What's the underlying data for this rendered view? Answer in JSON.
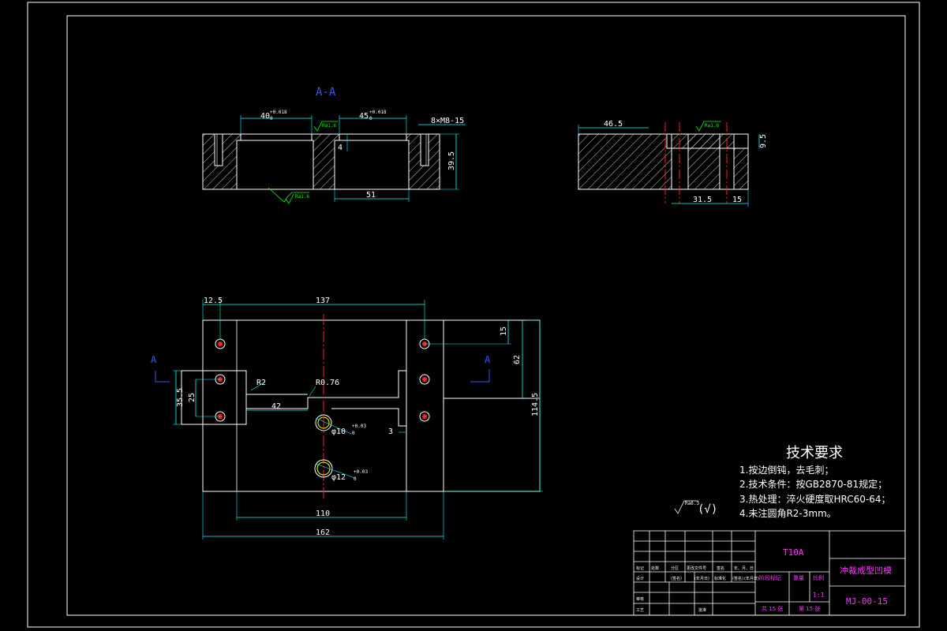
{
  "colors": {
    "background": "#000000",
    "outline": "#ffffff",
    "dimension": "#00ffff",
    "centerline": "#ff2020",
    "annotation": "#00ff00",
    "section_label": "#3355ff",
    "title_text": "#ff33ff"
  },
  "section": {
    "label": "A-A",
    "dim_40": "40",
    "tol_40": "+0.018",
    "sub_40": "0",
    "dim_45": "45",
    "tol_45": "+0.018",
    "sub_45": "0",
    "dim_holes": "8×M8-15",
    "dim_depth": "4",
    "dim_height": "39.5",
    "dim_51": "51",
    "rough_top": "Ra1.6",
    "rough_bottom": "Ra1.6"
  },
  "side": {
    "dim_46": "46.5",
    "rough": "Ra1.6",
    "dim_9": "9.5",
    "dim_31": "31.5",
    "dim_15": "15"
  },
  "plan": {
    "dim_12": "12.5",
    "dim_137": "137",
    "dim_15": "15",
    "dim_62": "62",
    "dim_114": "114.5",
    "dim_35": "35.5",
    "dim_25": "25",
    "dim_42": "42",
    "r2": "R2",
    "r076": "R0.76",
    "phi10": "φ10",
    "phi10_tol": "+0.03",
    "phi10_sub": "0",
    "dim_3": "3",
    "phi12": "φ12",
    "phi12_tol": "+0.03",
    "phi12_sub": "0",
    "dim_110": "110",
    "dim_162": "162",
    "cut_left": "A",
    "cut_right": "A"
  },
  "roughness_note": {
    "symbol_text": "Ra6.3",
    "suffix": "(√)"
  },
  "tech": {
    "title": "技术要求",
    "items": [
      "1.按边倒钝，去毛刺；",
      "2.技术条件：按GB2870-81规定；",
      "3.热处理：淬火硬度取HRC60-64；",
      "4.未注圆角R2-3mm。"
    ]
  },
  "titleblock": {
    "material": "T10A",
    "part_name": "冲裁成型凹模",
    "drawing_no": "MJ-00-15",
    "scale": "1:1",
    "stage_label": "阶段标记",
    "weight_label": "重量",
    "scale_label": "比例",
    "sheets": "共 15 张",
    "sheet": "第 15 张",
    "h1": "标记",
    "h2": "处数",
    "h3": "分区",
    "h4": "更改文件号",
    "h5": "签名",
    "h6": "年、月、日",
    "r1": "设计",
    "r1b": "(签名)",
    "r1c": "(年月日)",
    "r1d": "标准化",
    "r1e": "(签名)",
    "r1f": "(年月日)",
    "r2": "审核",
    "r3": "工艺",
    "r3b": "批准"
  }
}
